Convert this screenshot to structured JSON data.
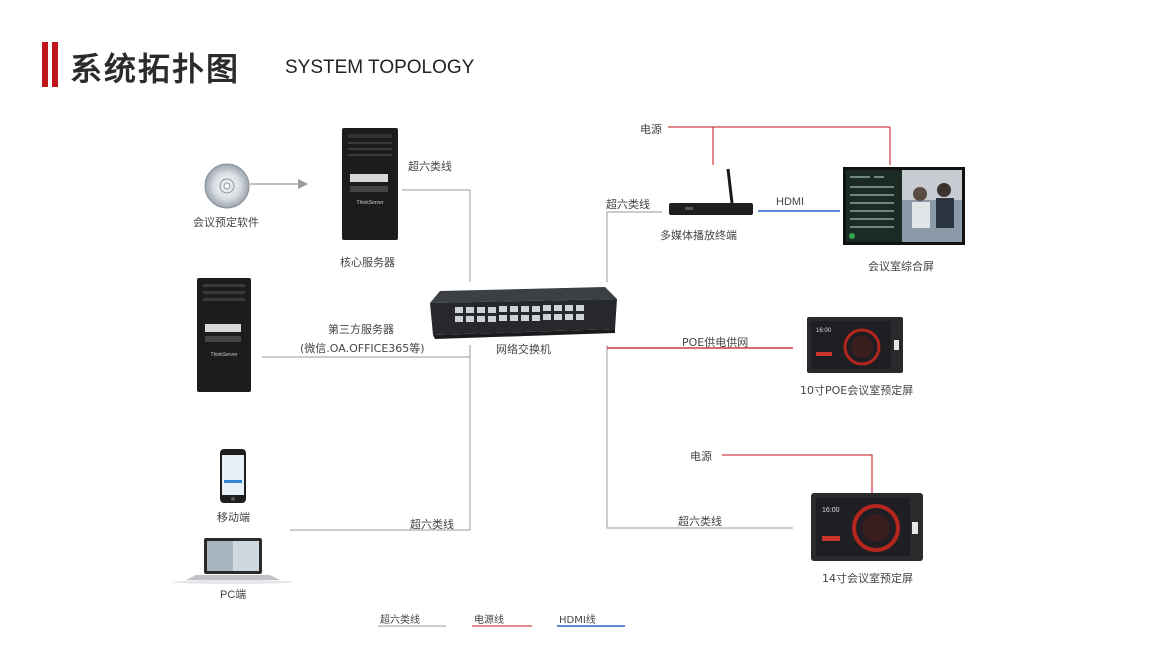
{
  "title": {
    "cn": "系统拓扑图",
    "en": "SYSTEM TOPOLOGY"
  },
  "colors": {
    "accent": "#c0151b",
    "cat6_line": "#999999",
    "power_line": "#c0151b",
    "hdmi_line": "#2a64c8"
  },
  "nodes": {
    "booking_software": "会议预定软件",
    "core_server": "核心服务器",
    "third_party_server": "第三方服务器",
    "third_party_note": "(微信.OA.OFFICE365等)",
    "switch": "网络交换机",
    "mobile": "移动端",
    "pc": "PC端",
    "media_player": "多媒体播放终端",
    "meeting_screen": "会议室综合屏",
    "poe_screen_10": "10寸POE会议室预定屏",
    "screen_14": "14寸会议室预定屏"
  },
  "edge_labels": {
    "cat6_server": "超六类线",
    "cat6_player": "超六类线",
    "cat6_client": "超六类线",
    "cat6_14": "超六类线",
    "power_player": "电源",
    "power_14": "电源",
    "hdmi": "HDMI",
    "poe": "POE供电供网"
  },
  "legend": [
    {
      "label": "超六类线",
      "color": "#999999"
    },
    {
      "label": "电源线",
      "color": "#c0151b"
    },
    {
      "label": "HDMI线",
      "color": "#2a64c8"
    }
  ],
  "device_text": {
    "clock": "16:00",
    "server_brand": "ThinkServer"
  }
}
